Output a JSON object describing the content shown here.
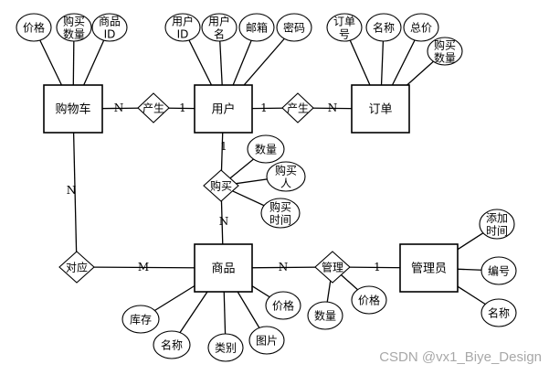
{
  "diagram": {
    "entities": [
      {
        "id": "car",
        "label": "购物车"
      },
      {
        "id": "user",
        "label": "用户"
      },
      {
        "id": "order",
        "label": "订单"
      },
      {
        "id": "goods",
        "label": "商品"
      },
      {
        "id": "admin",
        "label": "管理员"
      }
    ],
    "relationships": [
      {
        "id": "r_car_user",
        "label": "产生"
      },
      {
        "id": "r_user_order",
        "label": "产生"
      },
      {
        "id": "r_buy",
        "label": "购买"
      },
      {
        "id": "r_dy",
        "label": "对应"
      },
      {
        "id": "r_mg",
        "label": "管理"
      }
    ],
    "attributes": [
      {
        "id": "car_price",
        "owner": "car",
        "lines": [
          "价格"
        ]
      },
      {
        "id": "car_qty",
        "owner": "car",
        "lines": [
          "购买",
          "数量"
        ]
      },
      {
        "id": "car_gid",
        "owner": "car",
        "lines": [
          "商品",
          "ID"
        ]
      },
      {
        "id": "user_id",
        "owner": "user",
        "lines": [
          "用户",
          "ID"
        ]
      },
      {
        "id": "user_name",
        "owner": "user",
        "lines": [
          "用户",
          "名"
        ]
      },
      {
        "id": "user_mail",
        "owner": "user",
        "lines": [
          "邮箱"
        ]
      },
      {
        "id": "user_pwd",
        "owner": "user",
        "lines": [
          "密码"
        ]
      },
      {
        "id": "order_no",
        "owner": "order",
        "lines": [
          "订单",
          "号"
        ]
      },
      {
        "id": "order_name",
        "owner": "order",
        "lines": [
          "名称"
        ]
      },
      {
        "id": "order_total",
        "owner": "order",
        "lines": [
          "总价"
        ]
      },
      {
        "id": "order_qty",
        "owner": "order",
        "lines": [
          "购买",
          "数量"
        ]
      },
      {
        "id": "buy_qty",
        "owner": "r_buy",
        "lines": [
          "数量"
        ]
      },
      {
        "id": "buy_person",
        "owner": "r_buy",
        "lines": [
          "购买",
          "人"
        ]
      },
      {
        "id": "buy_time",
        "owner": "r_buy",
        "lines": [
          "购买",
          "时间"
        ]
      },
      {
        "id": "g_stock",
        "owner": "goods",
        "lines": [
          "库存"
        ]
      },
      {
        "id": "g_name",
        "owner": "goods",
        "lines": [
          "名称"
        ]
      },
      {
        "id": "g_cat",
        "owner": "goods",
        "lines": [
          "类别"
        ]
      },
      {
        "id": "g_img",
        "owner": "goods",
        "lines": [
          "图片"
        ]
      },
      {
        "id": "g_price",
        "owner": "goods",
        "lines": [
          "价格"
        ]
      },
      {
        "id": "mg_qty",
        "owner": "r_mg",
        "lines": [
          "数量"
        ]
      },
      {
        "id": "mg_price",
        "owner": "r_mg",
        "lines": [
          "价格"
        ]
      },
      {
        "id": "a_time",
        "owner": "admin",
        "lines": [
          "添加",
          "时间"
        ]
      },
      {
        "id": "a_no",
        "owner": "admin",
        "lines": [
          "编号"
        ]
      },
      {
        "id": "a_name",
        "owner": "admin",
        "lines": [
          "名称"
        ]
      }
    ],
    "connections": [
      {
        "from": "car",
        "to": "r_car_user",
        "card": "N"
      },
      {
        "from": "r_car_user",
        "to": "user",
        "card": "1"
      },
      {
        "from": "user",
        "to": "r_user_order",
        "card": "1"
      },
      {
        "from": "r_user_order",
        "to": "order",
        "card": "N"
      },
      {
        "from": "user",
        "to": "r_buy",
        "card": "1"
      },
      {
        "from": "r_buy",
        "to": "goods",
        "card": "N"
      },
      {
        "from": "car",
        "to": "r_dy",
        "card": "N"
      },
      {
        "from": "r_dy",
        "to": "goods",
        "card": "M"
      },
      {
        "from": "goods",
        "to": "r_mg",
        "card": "N"
      },
      {
        "from": "r_mg",
        "to": "admin",
        "card": "1"
      }
    ]
  },
  "watermark": "CSDN @vx1_Biye_Design"
}
